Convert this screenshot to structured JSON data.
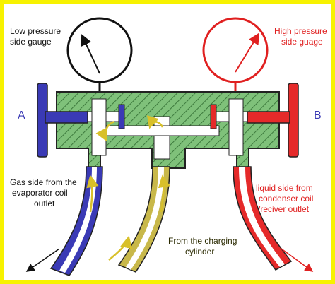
{
  "labels": {
    "low_gauge": [
      "Low pressure",
      "side gauge"
    ],
    "high_gauge": [
      "High pressure",
      "side guage"
    ],
    "a": "A",
    "b": "B",
    "gas_side": [
      "Gas side from the",
      "evaporator coil",
      "outlet"
    ],
    "liquid_side": [
      "liquid side from",
      "condenser coil",
      "/reciver outlet"
    ],
    "charging": [
      "From the charging",
      "cylinder"
    ]
  },
  "colors": {
    "frame": "#f7f200",
    "manifold": "#7fc17a",
    "low_side": "#3a3ab5",
    "high_side": "#e52a2a",
    "charging_hose": "#c8b84a",
    "flow_arrow": "#d8c02a",
    "gauge_low": "#111111",
    "gauge_high": "#e02020"
  }
}
